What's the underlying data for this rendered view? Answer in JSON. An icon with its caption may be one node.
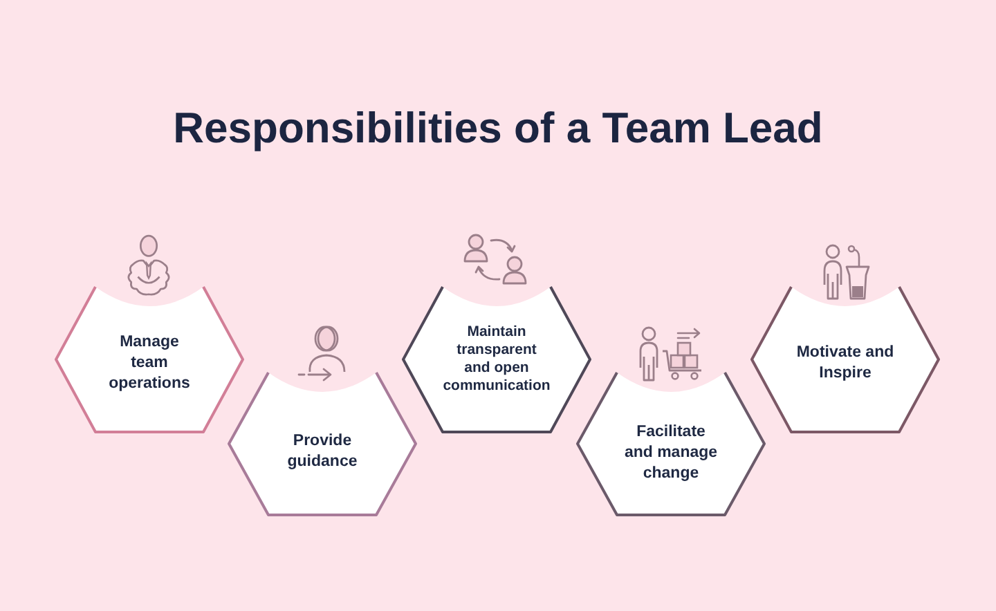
{
  "diagram": {
    "title": "Responsibilities of a Team Lead",
    "nodes": [
      {
        "text": [
          "Manage team operations"
        ]
      },
      {
        "text": [
          "Provide guidance"
        ]
      },
      {
        "text": [
          "Maintain transparent and open communication"
        ]
      },
      {
        "text": [
          "Facilitate and manage change"
        ]
      },
      {
        "text": [
          "Motivate and Inspire"
        ]
      }
    ]
  }
}
